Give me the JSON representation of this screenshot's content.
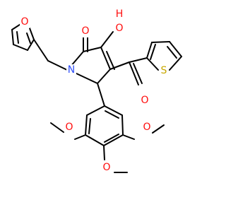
{
  "molecule": {
    "atom_labels": {
      "furan_o": "O",
      "lactam_o": "O",
      "hydroxyl": "O",
      "hydroxyl_h": "H",
      "thiophene_s": "S",
      "ketone_o": "O",
      "ring_n": "N",
      "methoxy_left_o": "O",
      "methoxy_mid_o": "O",
      "methoxy_right_o": "O"
    },
    "colors": {
      "oxygen": "#ff0d0d",
      "nitrogen": "#3050f8",
      "sulfur": "#c8a800",
      "bond": "#000000"
    }
  }
}
